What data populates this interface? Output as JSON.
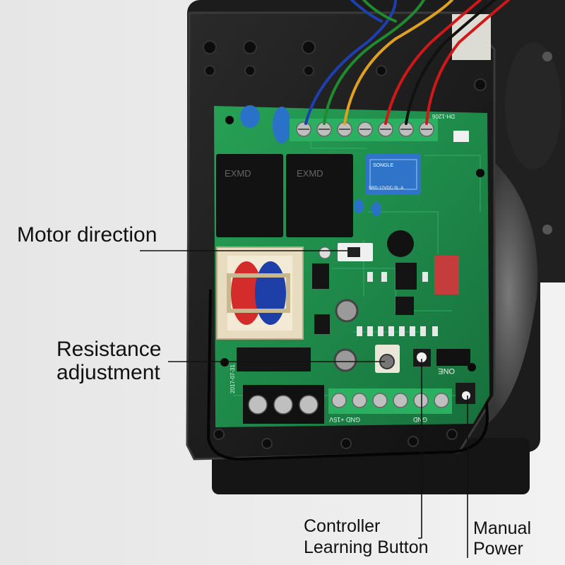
{
  "annotations": {
    "motor_direction": "Motor direction",
    "resistance_adjustment_line1": "Resistance",
    "resistance_adjustment_line2": "adjustment",
    "controller_learning_line1": "Controller",
    "controller_learning_line2": "Learning Button",
    "manual_power_line1": "Manual",
    "manual_power_line2": "Power"
  },
  "board_marks": {
    "relay_brand_1": "EXMD",
    "relay_brand_2": "EXMD",
    "relay_model": "SONGLE",
    "relay_rating": "SRD-12VDC-SL-A",
    "model": "DH-1206",
    "date": "2017-07-31",
    "one_label": "ONE",
    "terminal_label": "GND +15V",
    "gnd_label": "GND"
  },
  "colors": {
    "pcb": "#1e8a4a",
    "enclosure": "#1a1a1a",
    "wire_blue": "#1d3fb0",
    "wire_green": "#1f8a2e",
    "wire_yellow": "#e0a020",
    "wire_red": "#d01818",
    "wire_black": "#111111"
  }
}
